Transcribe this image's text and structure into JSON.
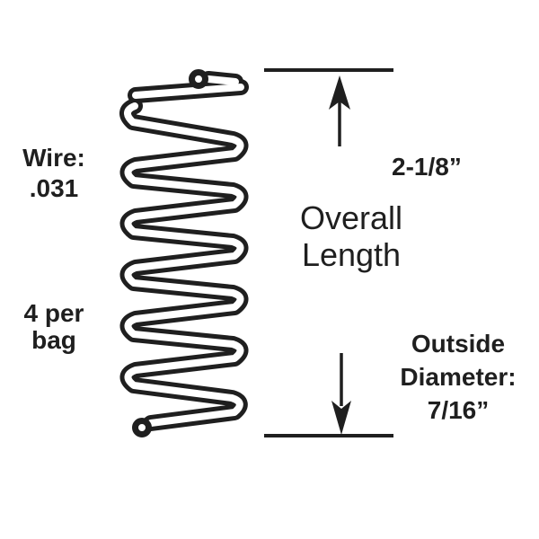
{
  "colors": {
    "ink": "#1f1f1f",
    "background": "#ffffff"
  },
  "annotations": {
    "wire": {
      "line1": "Wire:",
      "line2": ".031"
    },
    "quantity": {
      "line1": "4 per",
      "line2": "bag"
    },
    "overall_length": {
      "value": "2-1/8”",
      "caption_line1": "Overall",
      "caption_line2": "Length"
    },
    "outside_diameter": {
      "line1": "Outside",
      "line2": "Diameter:",
      "line3": "7/16”"
    }
  },
  "diagram": {
    "subject": "compression-spring",
    "wire_end_markers": 2,
    "coil_turns_visible": 7
  }
}
